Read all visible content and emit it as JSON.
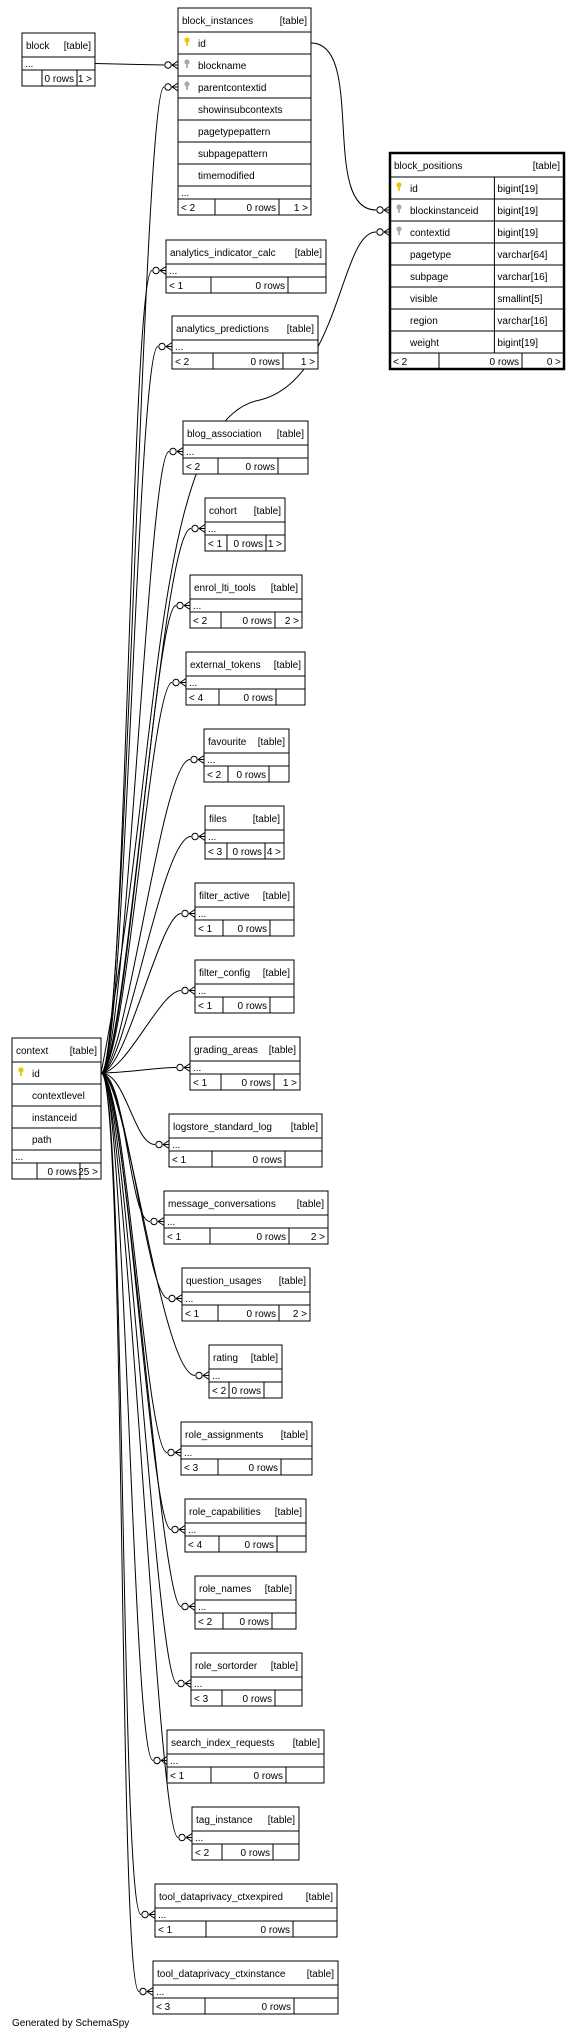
{
  "footer": "Generated by SchemaSpy",
  "tables": [
    {
      "name": "block",
      "tag": "[table]",
      "cols": [],
      "footer": {
        "left": "",
        "rows": "0 rows",
        "right": "1 >"
      }
    },
    {
      "name": "block_instances",
      "tag": "[table]",
      "cols": [
        {
          "name": "id",
          "type": "",
          "key": "pk"
        },
        {
          "name": "blockname",
          "type": "",
          "key": "fk"
        },
        {
          "name": "parentcontextid",
          "type": "",
          "key": "fk"
        },
        {
          "name": "showinsubcontexts",
          "type": "",
          "key": ""
        },
        {
          "name": "pagetypepattern",
          "type": "",
          "key": ""
        },
        {
          "name": "subpagepattern",
          "type": "",
          "key": ""
        },
        {
          "name": "timemodified",
          "type": "",
          "key": ""
        }
      ],
      "footer": {
        "left": "< 2",
        "rows": "0 rows",
        "right": "1 >"
      }
    },
    {
      "name": "block_positions",
      "tag": "[table]",
      "bold": true,
      "cols": [
        {
          "name": "id",
          "type": "bigint[19]",
          "key": "pk"
        },
        {
          "name": "blockinstanceid",
          "type": "bigint[19]",
          "key": "fk"
        },
        {
          "name": "contextid",
          "type": "bigint[19]",
          "key": "fk"
        },
        {
          "name": "pagetype",
          "type": "varchar[64]",
          "key": ""
        },
        {
          "name": "subpage",
          "type": "varchar[16]",
          "key": ""
        },
        {
          "name": "visible",
          "type": "smallint[5]",
          "key": ""
        },
        {
          "name": "region",
          "type": "varchar[16]",
          "key": ""
        },
        {
          "name": "weight",
          "type": "bigint[19]",
          "key": ""
        }
      ],
      "footer": {
        "left": "< 2",
        "rows": "0 rows",
        "right": "0 >"
      }
    },
    {
      "name": "analytics_indicator_calc",
      "tag": "[table]",
      "cols": [],
      "footer": {
        "left": "< 1",
        "rows": "0 rows",
        "right": ""
      }
    },
    {
      "name": "analytics_predictions",
      "tag": "[table]",
      "cols": [],
      "footer": {
        "left": "< 2",
        "rows": "0 rows",
        "right": "1 >"
      }
    },
    {
      "name": "blog_association",
      "tag": "[table]",
      "cols": [],
      "footer": {
        "left": "< 2",
        "rows": "0 rows",
        "right": ""
      }
    },
    {
      "name": "cohort",
      "tag": "[table]",
      "cols": [],
      "footer": {
        "left": "< 1",
        "rows": "0 rows",
        "right": "1 >"
      }
    },
    {
      "name": "enrol_lti_tools",
      "tag": "[table]",
      "cols": [],
      "footer": {
        "left": "< 2",
        "rows": "0 rows",
        "right": "2 >"
      }
    },
    {
      "name": "external_tokens",
      "tag": "[table]",
      "cols": [],
      "footer": {
        "left": "< 4",
        "rows": "0 rows",
        "right": ""
      }
    },
    {
      "name": "favourite",
      "tag": "[table]",
      "cols": [],
      "footer": {
        "left": "< 2",
        "rows": "0 rows",
        "right": ""
      }
    },
    {
      "name": "files",
      "tag": "[table]",
      "cols": [],
      "footer": {
        "left": "< 3",
        "rows": "0 rows",
        "right": "4 >"
      }
    },
    {
      "name": "filter_active",
      "tag": "[table]",
      "cols": [],
      "footer": {
        "left": "< 1",
        "rows": "0 rows",
        "right": ""
      }
    },
    {
      "name": "filter_config",
      "tag": "[table]",
      "cols": [],
      "footer": {
        "left": "< 1",
        "rows": "0 rows",
        "right": ""
      }
    },
    {
      "name": "grading_areas",
      "tag": "[table]",
      "cols": [],
      "footer": {
        "left": "< 1",
        "rows": "0 rows",
        "right": "1 >"
      }
    },
    {
      "name": "logstore_standard_log",
      "tag": "[table]",
      "cols": [],
      "footer": {
        "left": "< 1",
        "rows": "0 rows",
        "right": ""
      }
    },
    {
      "name": "message_conversations",
      "tag": "[table]",
      "cols": [],
      "footer": {
        "left": "< 1",
        "rows": "0 rows",
        "right": "2 >"
      }
    },
    {
      "name": "question_usages",
      "tag": "[table]",
      "cols": [],
      "footer": {
        "left": "< 1",
        "rows": "0 rows",
        "right": "2 >"
      }
    },
    {
      "name": "rating",
      "tag": "[table]",
      "cols": [],
      "footer": {
        "left": "< 2",
        "rows": "0 rows",
        "right": ""
      }
    },
    {
      "name": "role_assignments",
      "tag": "[table]",
      "cols": [],
      "footer": {
        "left": "< 3",
        "rows": "0 rows",
        "right": ""
      }
    },
    {
      "name": "role_capabilities",
      "tag": "[table]",
      "cols": [],
      "footer": {
        "left": "< 4",
        "rows": "0 rows",
        "right": ""
      }
    },
    {
      "name": "role_names",
      "tag": "[table]",
      "cols": [],
      "footer": {
        "left": "< 2",
        "rows": "0 rows",
        "right": ""
      }
    },
    {
      "name": "role_sortorder",
      "tag": "[table]",
      "cols": [],
      "footer": {
        "left": "< 3",
        "rows": "0 rows",
        "right": ""
      }
    },
    {
      "name": "search_index_requests",
      "tag": "[table]",
      "cols": [],
      "footer": {
        "left": "< 1",
        "rows": "0 rows",
        "right": ""
      }
    },
    {
      "name": "tag_instance",
      "tag": "[table]",
      "cols": [],
      "footer": {
        "left": "< 2",
        "rows": "0 rows",
        "right": ""
      }
    },
    {
      "name": "tool_dataprivacy_ctxexpired",
      "tag": "[table]",
      "cols": [],
      "footer": {
        "left": "< 1",
        "rows": "0 rows",
        "right": ""
      }
    },
    {
      "name": "tool_dataprivacy_ctxinstance",
      "tag": "[table]",
      "cols": [],
      "footer": {
        "left": "< 3",
        "rows": "0 rows",
        "right": ""
      }
    },
    {
      "name": "context",
      "tag": "[table]",
      "cols": [
        {
          "name": "id",
          "type": "",
          "key": "pk"
        },
        {
          "name": "contextlevel",
          "type": "",
          "key": ""
        },
        {
          "name": "instanceid",
          "type": "",
          "key": ""
        },
        {
          "name": "path",
          "type": "",
          "key": ""
        }
      ],
      "footer": {
        "left": "",
        "rows": "0 rows",
        "right": "25 >"
      }
    }
  ],
  "ellipsis": "...",
  "colors": {
    "line": "#000000",
    "pk": "#e8c60c",
    "fk": "#aaaaaa",
    "bg": "#ffffff"
  },
  "icons": {
    "primary_key": "key-icon",
    "foreign_key": "key-icon"
  }
}
